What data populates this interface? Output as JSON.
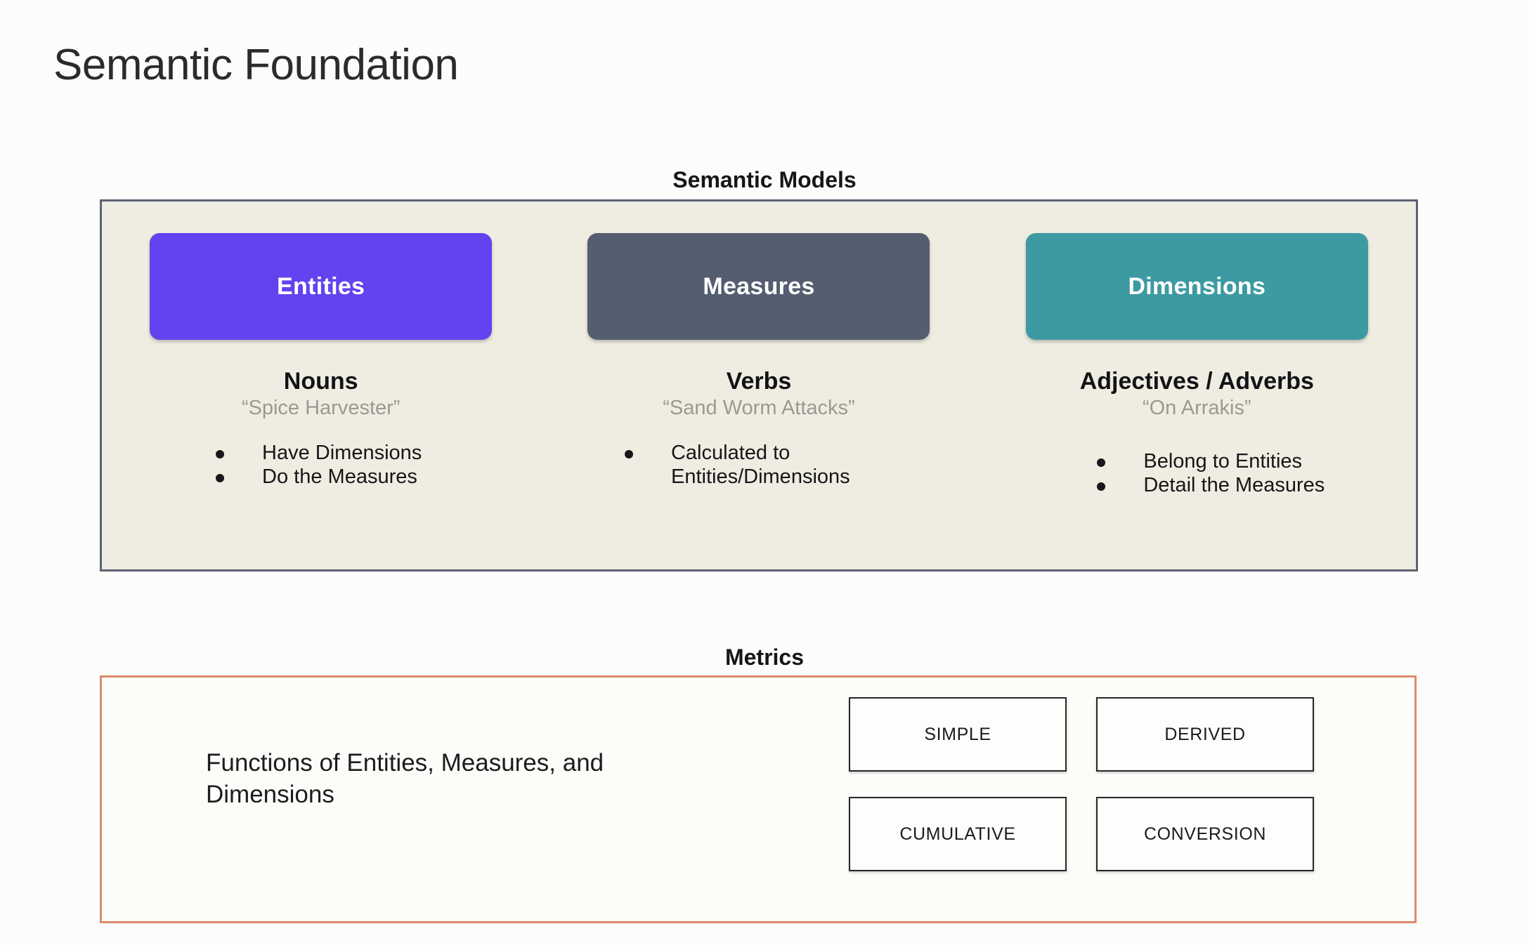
{
  "slide": {
    "title": "Semantic Foundation"
  },
  "semantic_models": {
    "heading": "Semantic Models",
    "columns": [
      {
        "card_label": "Entities",
        "card_color": "#6243ef",
        "part_of_speech": "Nouns",
        "example": "“Spice Harvester”",
        "bullets": [
          "Have Dimensions",
          "Do the Measures"
        ]
      },
      {
        "card_label": "Measures",
        "card_color": "#555d70",
        "part_of_speech": "Verbs",
        "example": "“Sand Worm Attacks”",
        "bullets": [
          "Calculated to Entities/Dimensions"
        ]
      },
      {
        "card_label": "Dimensions",
        "card_color": "#3d9aa2",
        "part_of_speech": "Adjectives / Adverbs",
        "example": "“On Arrakis”",
        "bullets": [
          "Belong to Entities",
          "Detail the Measures"
        ]
      }
    ]
  },
  "metrics": {
    "heading": "Metrics",
    "description": "Functions of Entities, Measures, and Dimensions",
    "border_color": "#dd8a6c",
    "types": [
      "SIMPLE",
      "DERIVED",
      "CUMULATIVE",
      "CONVERSION"
    ]
  },
  "colors": {
    "page_background": "#fcfdfa",
    "panel_background": "#efede1",
    "panel_border": "#5b6272",
    "muted_text": "#9a9a93"
  }
}
